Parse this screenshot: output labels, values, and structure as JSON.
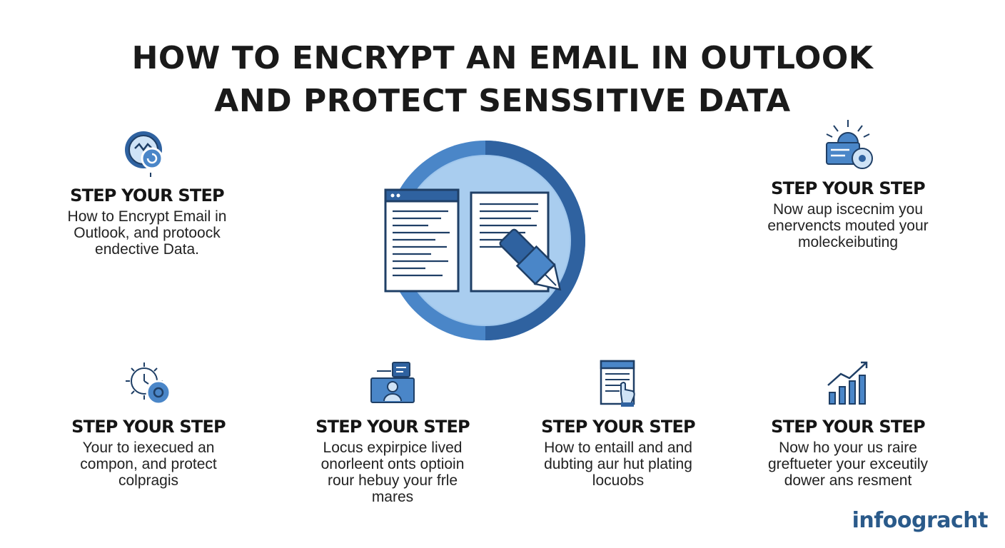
{
  "title": {
    "line1": "HOW TO ENCRYPT AN EMAIL IN OUTLOOK",
    "line2": "AND PROTECT SENSSITIVE DATA"
  },
  "colors": {
    "blue_dark": "#2f62a0",
    "blue_mid": "#4a86c8",
    "blue_light": "#9fc6ec",
    "blue_pale": "#cfe3f6",
    "text": "#1c1c1c",
    "brand": "#2a5a8a"
  },
  "steps": [
    {
      "icon": "security-refresh-icon",
      "heading": "STEP YOUR STEP",
      "lines": [
        "How to Encrypt Email in",
        "Outlook, and protoock",
        "endective Data."
      ]
    },
    {
      "icon": "computer-sync-icon",
      "heading": "STEP YOUR STEP",
      "lines": [
        "Now aup iscecnim you",
        "enervencts mouted your",
        "moleckeibuting"
      ]
    },
    {
      "icon": "gear-settings-icon",
      "heading": "STEP YOUR STEP",
      "lines": [
        "Your to iexecued an",
        "compon, and protect",
        "colpragis"
      ]
    },
    {
      "icon": "user-message-icon",
      "heading": "STEP YOUR STEP",
      "lines": [
        "Locus expirpice lived",
        "onorleent onts optioin",
        "rour hebuy your frle",
        "mares"
      ]
    },
    {
      "icon": "document-hand-icon",
      "heading": "STEP YOUR STEP",
      "lines": [
        "How to entaill and and",
        "dubting aur hut plating",
        "locuobs"
      ]
    },
    {
      "icon": "growth-chart-icon",
      "heading": "STEP YOUR STEP",
      "lines": [
        "Now ho your us raire",
        "greftueter your exceutily",
        "dower ans resment"
      ]
    }
  ],
  "hero_icon": "email-document-signing-icon",
  "brand": "infoogracht"
}
